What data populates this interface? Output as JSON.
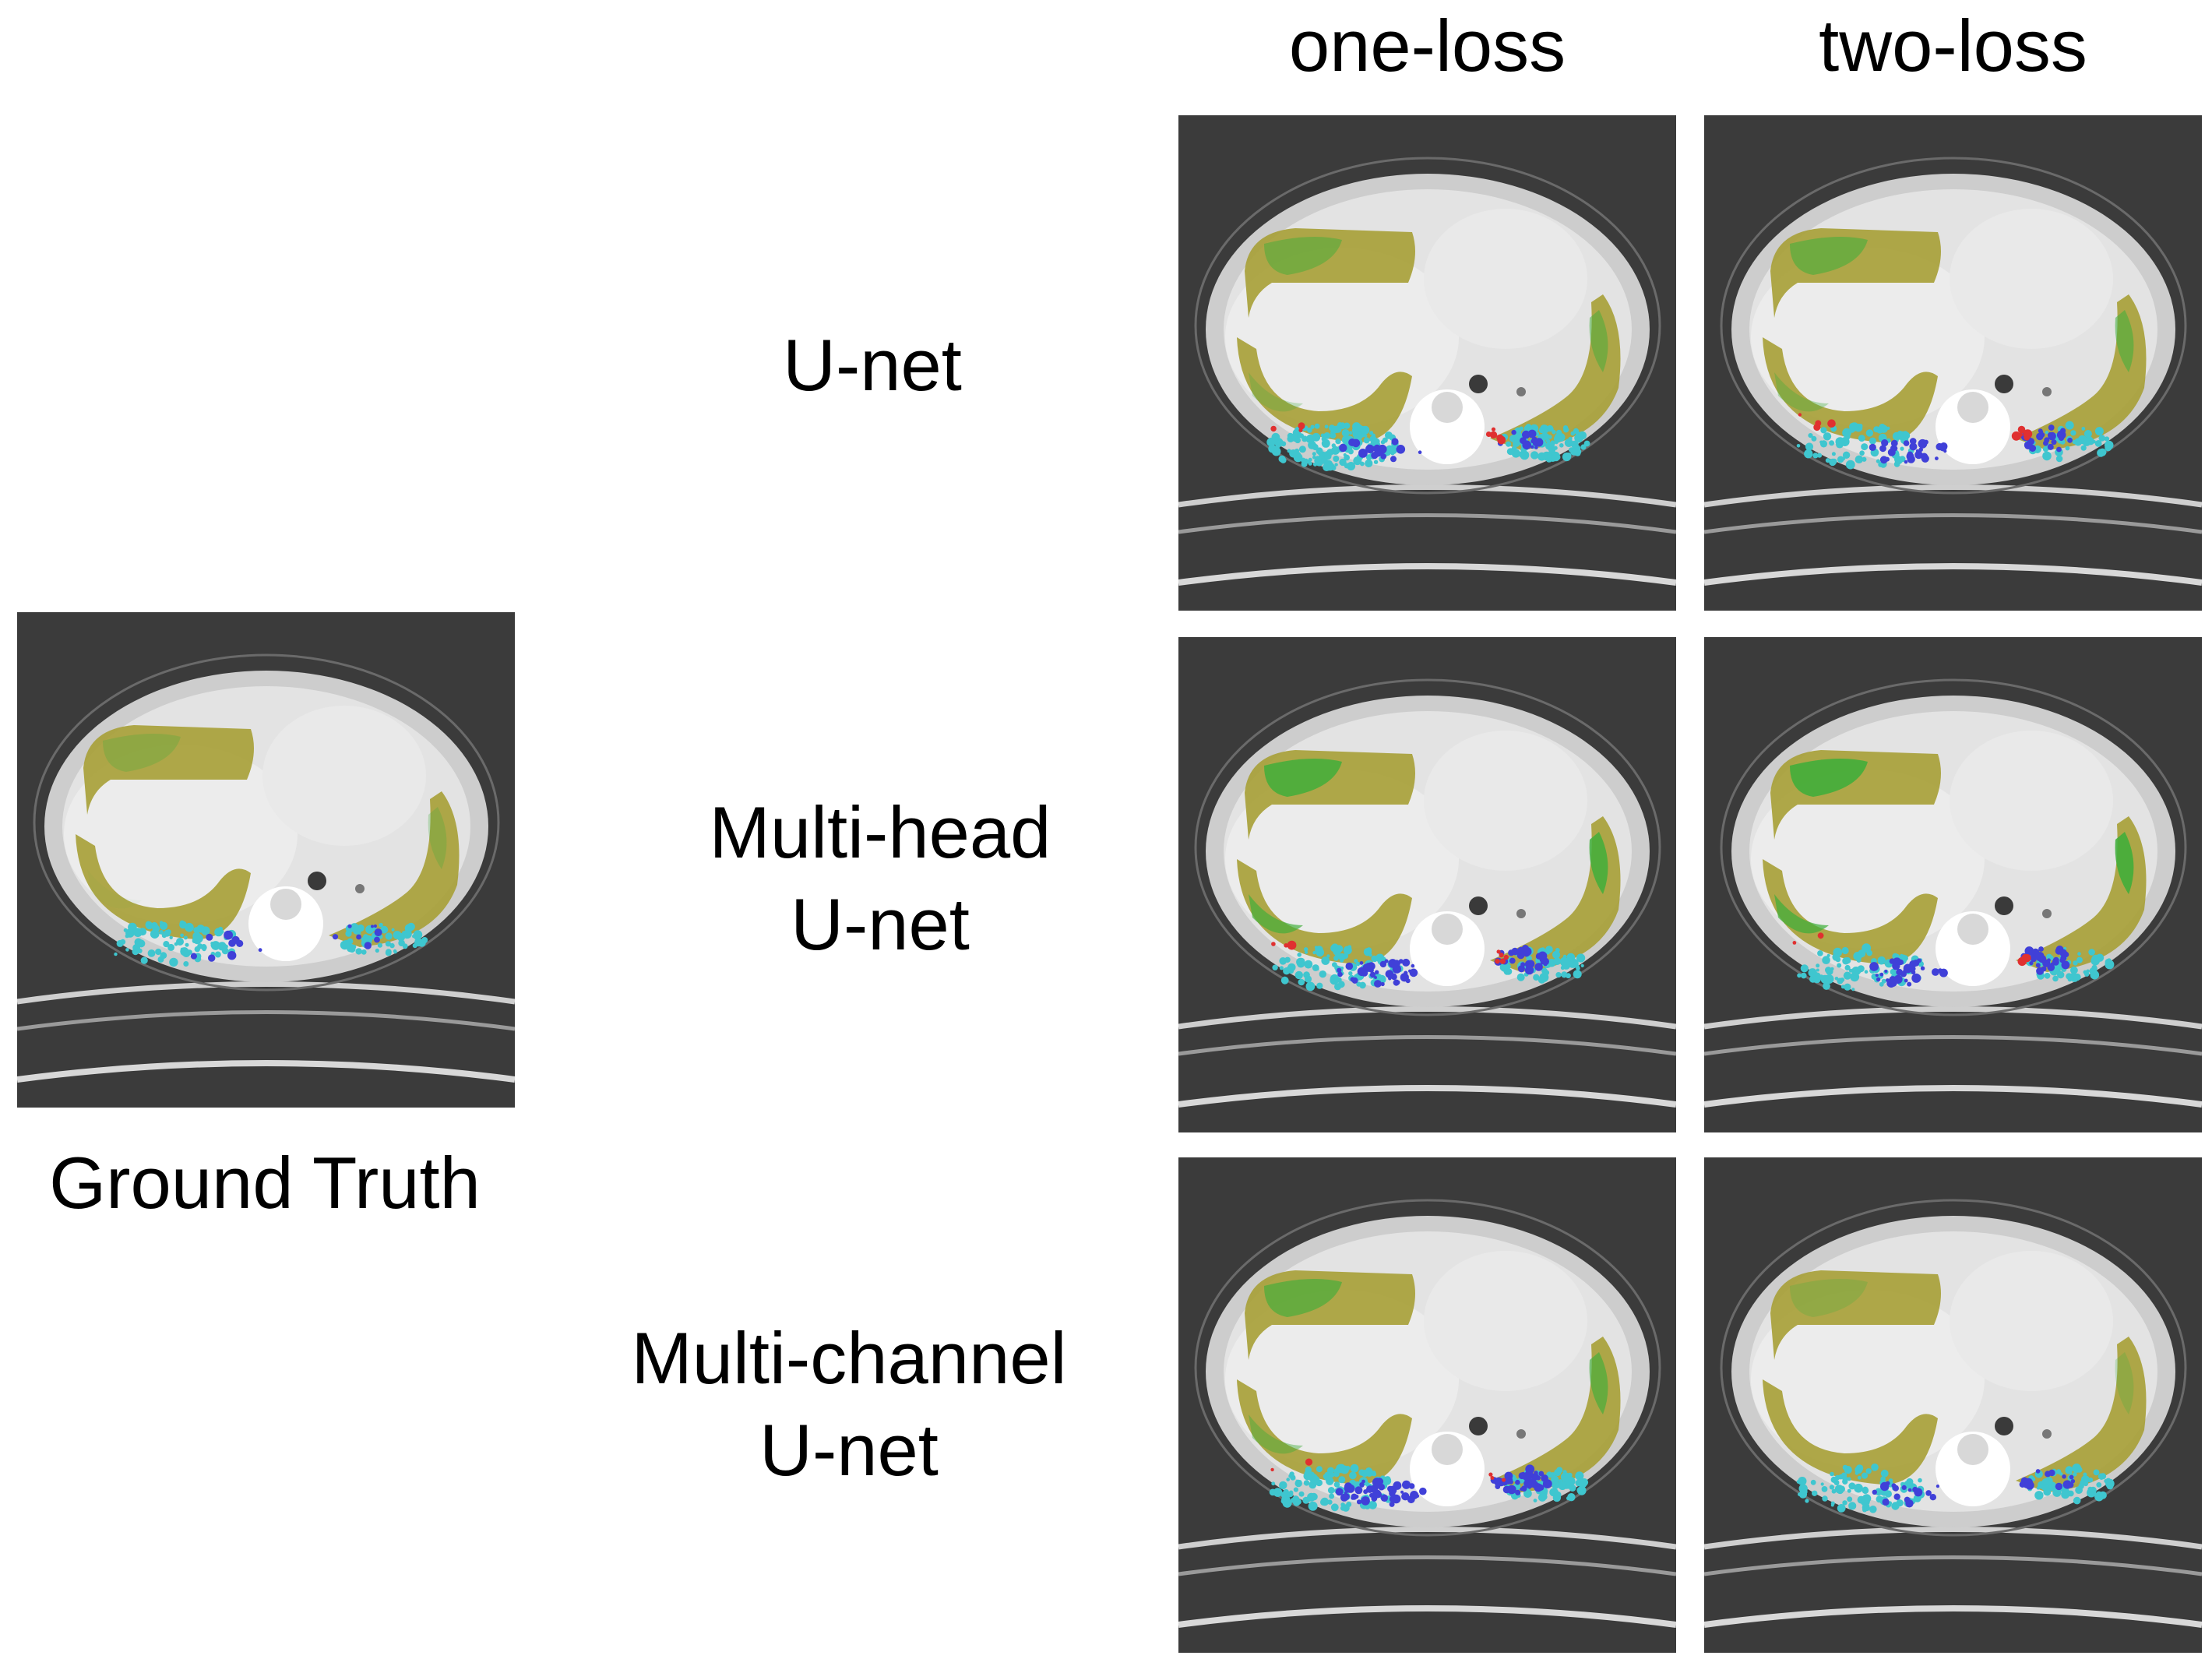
{
  "columns": {
    "one_loss": "one-loss",
    "two_loss": "two-loss"
  },
  "rows": {
    "unet": [
      "U-net"
    ],
    "multihead": [
      "Multi-head",
      "U-net"
    ],
    "multichannel": [
      "Multi-channel",
      "U-net"
    ]
  },
  "ground_truth_label": "Ground Truth",
  "overlay_colors": {
    "olive": "#a8a13a",
    "green": "#3fae3a",
    "cyan": "#3fc6cf",
    "blue": "#4040d8",
    "red": "#e03030"
  },
  "panels": [
    {
      "id": "ground-truth",
      "green": 0.05,
      "cyan": 0.55,
      "blue": 0.15,
      "red": 0.0
    },
    {
      "id": "unet-one-loss",
      "green": 0.35,
      "cyan": 1.0,
      "blue": 0.25,
      "red": 0.2
    },
    {
      "id": "unet-two-loss",
      "green": 0.45,
      "cyan": 0.45,
      "blue": 0.5,
      "red": 0.25
    },
    {
      "id": "multihead-one-loss",
      "green": 0.85,
      "cyan": 0.6,
      "blue": 0.6,
      "red": 0.2
    },
    {
      "id": "multihead-two-loss",
      "green": 0.9,
      "cyan": 0.5,
      "blue": 0.55,
      "red": 0.1
    },
    {
      "id": "multichannel-one-loss",
      "green": 0.55,
      "cyan": 0.7,
      "blue": 0.8,
      "red": 0.1
    },
    {
      "id": "multichannel-two-loss",
      "green": 0.0,
      "cyan": 0.55,
      "blue": 0.3,
      "red": 0.0
    }
  ]
}
